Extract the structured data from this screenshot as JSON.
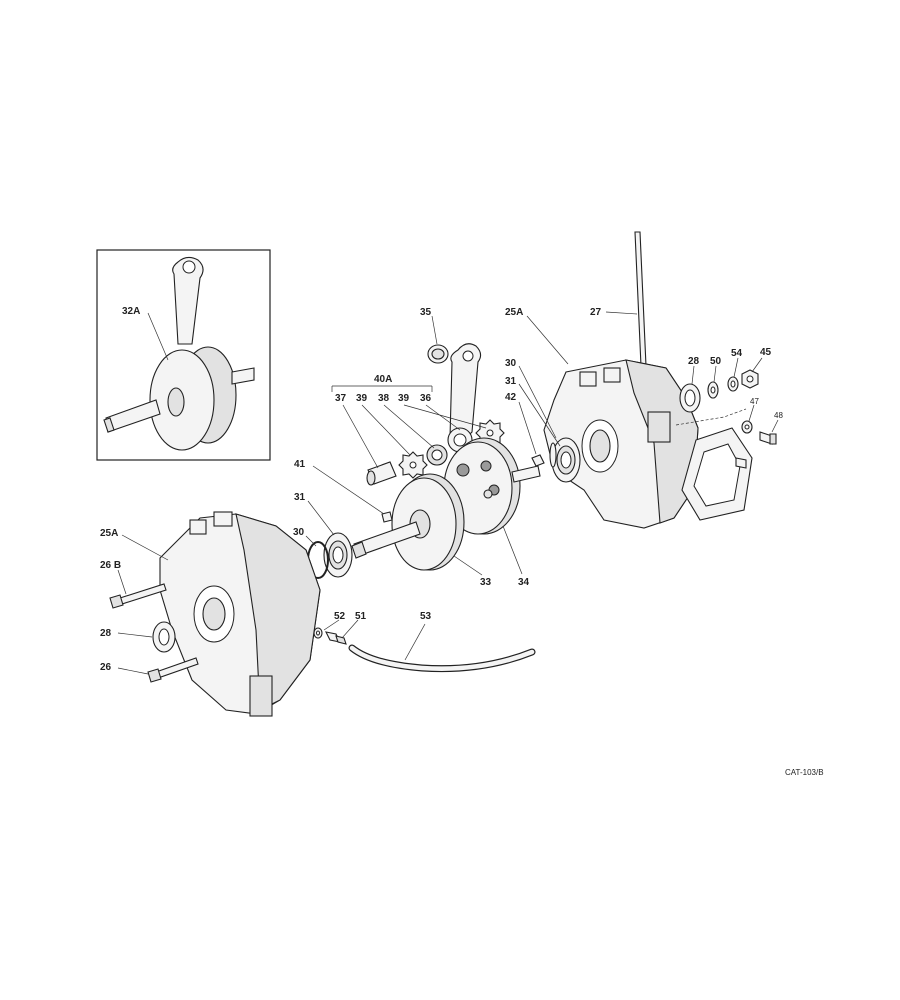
{
  "callouts": {
    "c32A": "32A",
    "c35": "35",
    "c25A_top": "25A",
    "c27": "27",
    "c28_right": "28",
    "c50": "50",
    "c54": "54",
    "c45": "45",
    "c40A": "40A",
    "c37": "37",
    "c39_a": "39",
    "c38": "38",
    "c39_b": "39",
    "c36": "36",
    "c30_right": "30",
    "c31_right": "31",
    "c42": "42",
    "c47": "47",
    "c48": "48",
    "c41": "41",
    "c31_left": "31",
    "c30_left": "30",
    "c25A_left": "25A",
    "c26B": "26 B",
    "c28_left": "28",
    "c26": "26",
    "c52": "52",
    "c51": "51",
    "c53": "53",
    "c33": "33",
    "c34": "34"
  },
  "catalog_ref": "CAT-103/B"
}
